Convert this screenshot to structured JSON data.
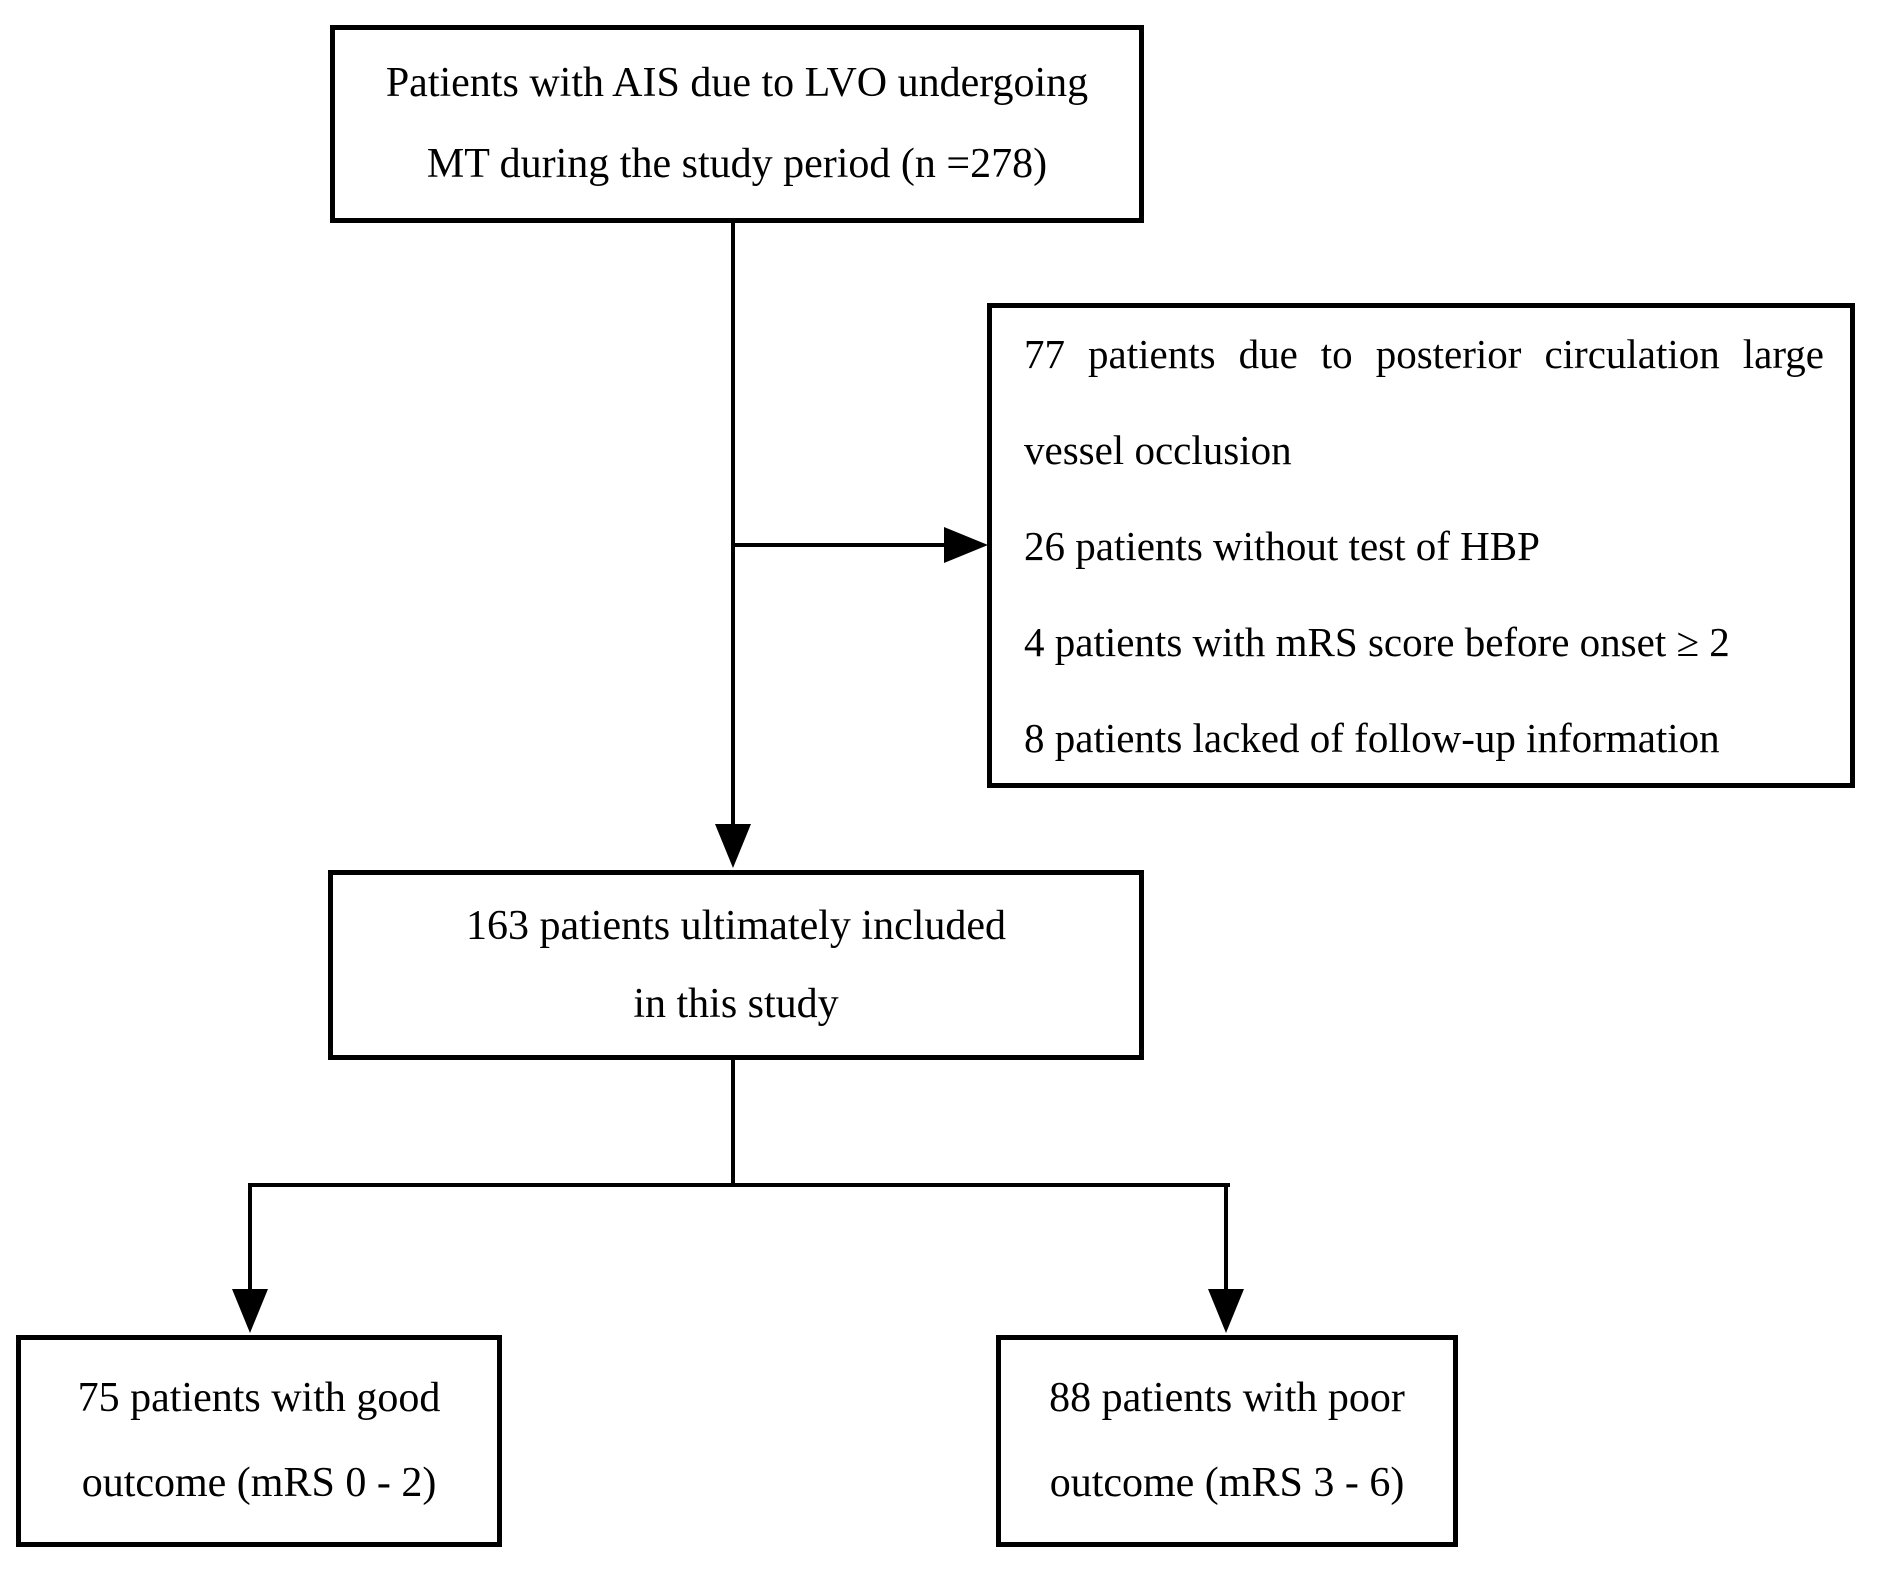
{
  "figure": {
    "type": "patient-flow-diagram",
    "background_color": "#ffffff",
    "line_color": "#000000",
    "text_color": "#000000"
  },
  "boxes": {
    "initial": {
      "lines": [
        "Patients with AIS due to LVO undergoing",
        "MT during the study period (n =278)"
      ]
    },
    "exclusion": {
      "items": [
        [
          "77 patients due to posterior circulation large",
          "vessel occlusion"
        ],
        [
          "26 patients without test of HBP"
        ],
        [
          "4 patients with mRS score before onset ≥ 2"
        ],
        [
          "8 patients lacked of follow-up information"
        ]
      ]
    },
    "included": {
      "lines": [
        "163 patients ultimately included",
        "in this study"
      ]
    },
    "good_outcome": {
      "lines": [
        "75 patients with good",
        "outcome (mRS 0 - 2)"
      ]
    },
    "poor_outcome": {
      "lines": [
        "88 patients with poor",
        "outcome (mRS 3 - 6)"
      ]
    }
  }
}
